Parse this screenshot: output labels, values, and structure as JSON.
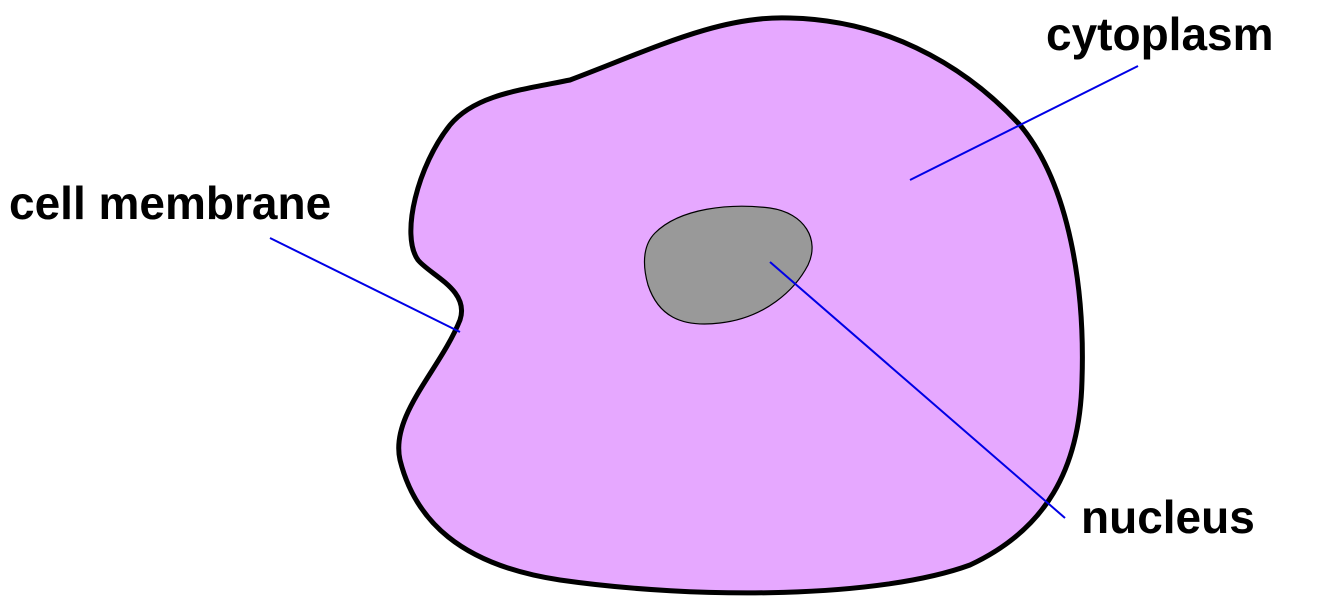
{
  "labels": {
    "cytoplasm": "cytoplasm",
    "cell_membrane": "cell membrane",
    "nucleus": "nucleus"
  },
  "colors": {
    "cytoplasm_fill": "#e6a8ff",
    "membrane_stroke": "#000000",
    "nucleus_fill": "#999999",
    "leader_line": "#0000e6",
    "background": "#ffffff"
  }
}
